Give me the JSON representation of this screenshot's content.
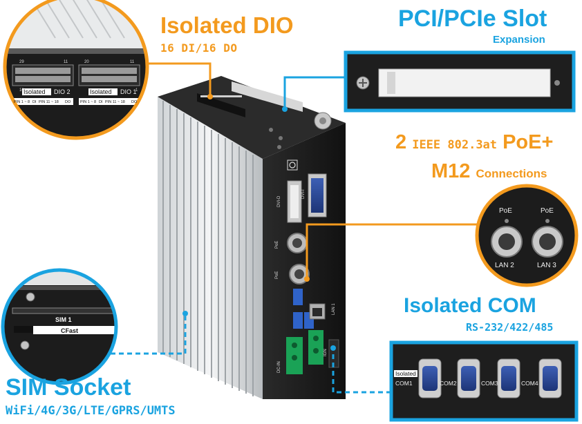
{
  "dio": {
    "title": "Isolated DIO",
    "subtitle": "16 DI/16 DO"
  },
  "pci": {
    "title": "PCI/PCIe Slot",
    "subtitle": "Expansion"
  },
  "poe": {
    "line1_count": "2",
    "line1_small": "IEEE 802.3at",
    "line1_big": "PoE+",
    "line2_big": "M12",
    "line2_small": "Connections"
  },
  "com": {
    "title": "Isolated COM",
    "subtitle": "RS-232/422/485"
  },
  "sim": {
    "title": "SIM Socket",
    "subtitle": "WiFi/4G/3G/LTE/GPRS/UMTS"
  },
  "dio_zoom": {
    "isolated": "Isolated",
    "dio2": "DIO 2",
    "dio1": "DIO 1",
    "pin_a": "PIN 1 ~ 8",
    "pin_b": "PIN 11 ~ 18",
    "di": "DI",
    "do": "DO",
    "n29": "29",
    "n11": "11",
    "n20": "20",
    "n1": "1",
    "n10": "10"
  },
  "poe_zoom": {
    "poe1": "PoE",
    "poe2": "PoE",
    "lan2": "LAN 2",
    "lan3": "LAN 3"
  },
  "com_zoom": {
    "isolated": "Isolated",
    "com1": "COM1",
    "com2": "COM2",
    "com3": "COM3",
    "com4": "COM4"
  },
  "sim_zoom": {
    "sim1": "SIM 1",
    "cfast": "CFast"
  },
  "device": {
    "dvid": "DVI-D",
    "dvi": "DVI-I",
    "lan1": "LAN 1",
    "poe_a": "PoE",
    "poe_b": "PoE",
    "dcin": "DC-IN",
    "ign": "IGN"
  },
  "colors": {
    "orange": "#f39a1e",
    "blue": "#1aa3e0",
    "dark": "#1b1b1b"
  }
}
